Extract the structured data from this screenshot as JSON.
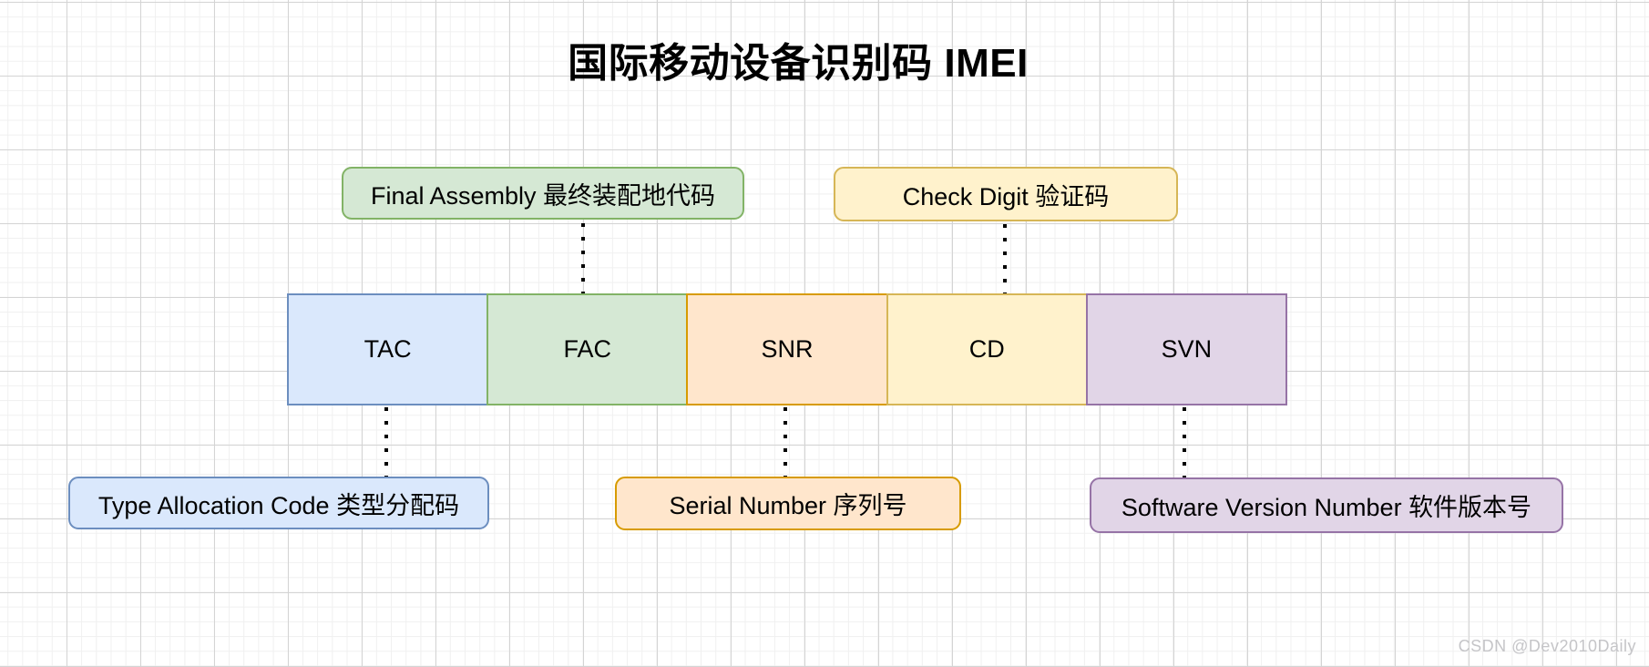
{
  "title": "国际移动设备识别码 IMEI",
  "watermark": "CSDN @Dev2010Daily",
  "colors": {
    "blue": {
      "fill": "#dae8fc",
      "border": "#6c8ebf"
    },
    "green": {
      "fill": "#d5e8d4",
      "border": "#82b366"
    },
    "orange": {
      "fill": "#ffe6cc",
      "border": "#d79b00"
    },
    "yellow": {
      "fill": "#fff2cc",
      "border": "#d6b656"
    },
    "purple": {
      "fill": "#e1d5e7",
      "border": "#9673a6"
    }
  },
  "segments": [
    {
      "code": "TAC",
      "color": "blue"
    },
    {
      "code": "FAC",
      "color": "green"
    },
    {
      "code": "SNR",
      "color": "orange"
    },
    {
      "code": "CD",
      "color": "yellow"
    },
    {
      "code": "SVN",
      "color": "purple"
    }
  ],
  "callouts": {
    "final_assembly": {
      "label": "Final Assembly 最终装配地代码",
      "color": "green",
      "points_to": "FAC"
    },
    "check_digit": {
      "label": "Check Digit 验证码",
      "color": "yellow",
      "points_to": "CD"
    },
    "type_allocation": {
      "label": "Type Allocation Code 类型分配码",
      "color": "blue",
      "points_to": "TAC"
    },
    "serial_number": {
      "label": "Serial Number 序列号",
      "color": "orange",
      "points_to": "SNR"
    },
    "software_version": {
      "label": "Software Version Number 软件版本号",
      "color": "purple",
      "points_to": "SVN"
    }
  }
}
